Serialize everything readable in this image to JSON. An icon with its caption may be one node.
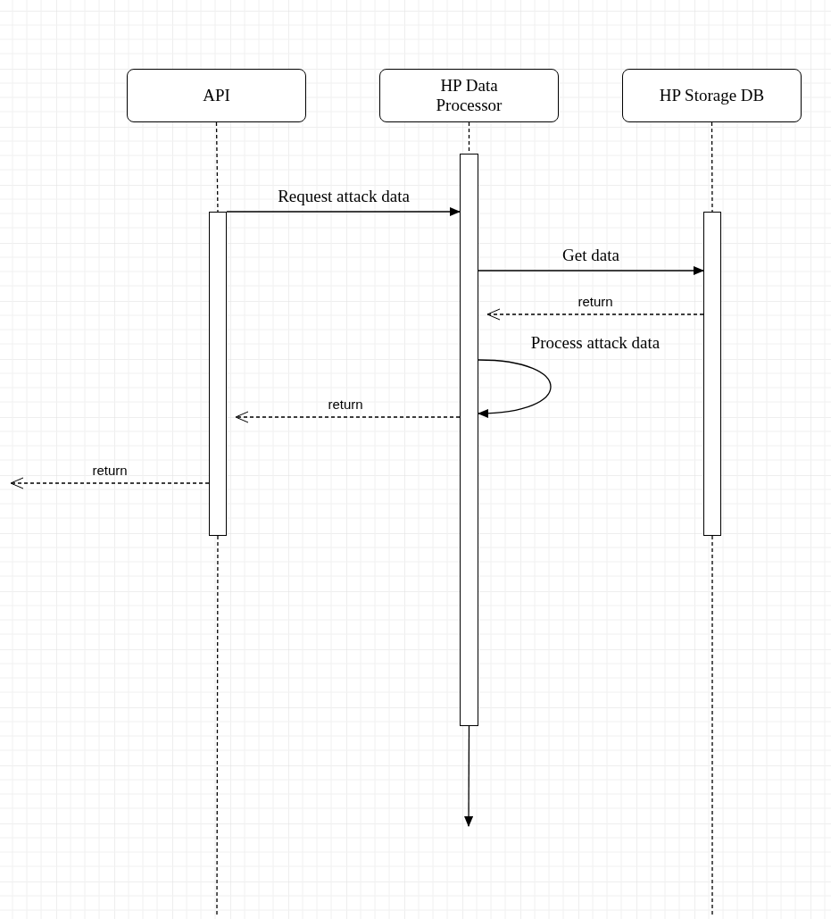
{
  "diagram": {
    "nodes": [
      {
        "text": [
          "API"
        ]
      },
      {
        "text": [
          "HP Data Processor"
        ]
      },
      {
        "text": [
          "HP Storage DB"
        ]
      },
      {
        "text": [],
        "shape": "bar"
      },
      {
        "text": [],
        "shape": "bar"
      },
      {
        "text": [],
        "shape": "bar"
      }
    ],
    "edges": [
      {
        "from": 3,
        "to": 4,
        "arrow": "to",
        "label": "Request attack data"
      },
      {
        "from": 4,
        "to": 5,
        "arrow": "to",
        "label": "Get data"
      },
      {
        "from": 5,
        "to": 4,
        "arrow": "to",
        "label": "return",
        "style": "dashed"
      },
      {
        "from": 4,
        "to": 4,
        "arrow": "to",
        "label": "Process attack data"
      },
      {
        "from": 4,
        "to": 3,
        "arrow": "to",
        "label": "return",
        "style": "dashed"
      },
      {
        "from": 3,
        "to": null,
        "arrow": "to",
        "label": "return",
        "style": "dashed"
      },
      {
        "from": 4,
        "to": null,
        "arrow": "to"
      },
      {
        "from": 0,
        "to": 3,
        "arrow": "none",
        "style": "dashed"
      },
      {
        "from": 1,
        "to": 4,
        "arrow": "none",
        "style": "dashed"
      },
      {
        "from": 2,
        "to": 5,
        "arrow": "none",
        "style": "dashed"
      },
      {
        "from": 3,
        "to": null,
        "arrow": "none",
        "style": "dashed"
      },
      {
        "from": 5,
        "to": null,
        "arrow": "none",
        "style": "dashed"
      }
    ]
  }
}
